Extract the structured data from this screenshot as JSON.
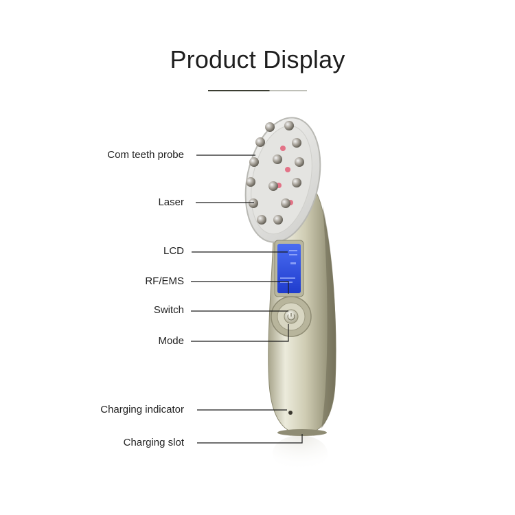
{
  "page": {
    "title": "Product Display"
  },
  "callouts": [
    {
      "id": "com-teeth-probe",
      "label": "Com teeth probe"
    },
    {
      "id": "laser",
      "label": "Laser"
    },
    {
      "id": "lcd",
      "label": "LCD"
    },
    {
      "id": "rf-ems",
      "label": "RF/EMS"
    },
    {
      "id": "switch",
      "label": "Switch"
    },
    {
      "id": "mode",
      "label": "Mode"
    },
    {
      "id": "charging-indicator",
      "label": "Charging indicator"
    },
    {
      "id": "charging-slot",
      "label": "Charging slot"
    }
  ],
  "colors": {
    "device_body": "#c9c6ad",
    "lcd_screen": "#2d4ee0",
    "probe_metal": "#9a958c",
    "leader_line": "#1a1a1a"
  }
}
